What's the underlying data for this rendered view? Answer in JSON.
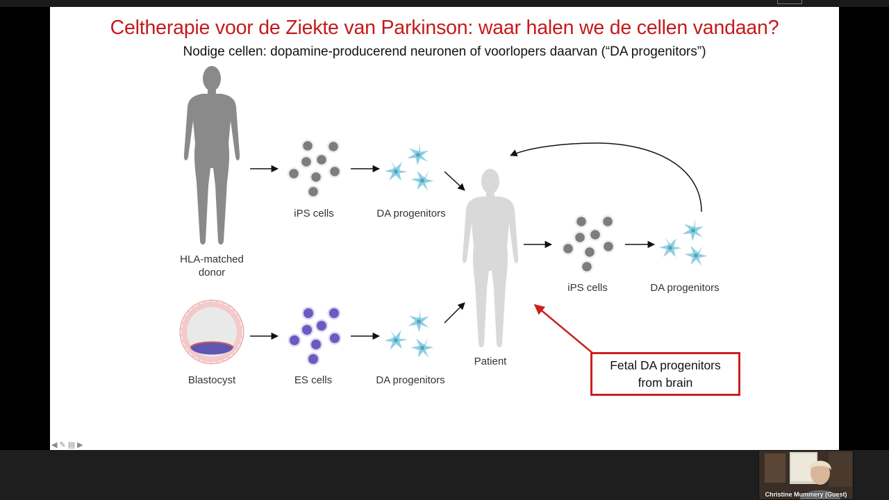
{
  "slide": {
    "title": "Celtherapie voor de Ziekte van Parkinson: waar halen we de cellen vandaan?",
    "subtitle": "Nodige cellen: dopamine-producerend neuronen of voorlopers daarvan (“DA progenitors”)"
  },
  "diagram": {
    "donor_label_line1": "HLA-matched",
    "donor_label_line2": "donor",
    "ips_top_label": "iPS cells",
    "da_top_label": "DA progenitors",
    "blastocyst_label": "Blastocyst",
    "es_label": "ES cells",
    "da_bottom_label": "DA progenitors",
    "patient_label": "Patient",
    "ips_right_label": "iPS cells",
    "da_right_label": "DA progenitors",
    "fetal_line1": "Fetal DA progenitors",
    "fetal_line2": "from brain"
  },
  "colors": {
    "title": "#c41a1a",
    "highlight_box": "#cc1f1f",
    "silhouette_donor": "#8a8a8a",
    "silhouette_patient": "#d9d9d9",
    "ips_cell": "#7d7d7d",
    "es_cell": "#6b5bc0",
    "progenitor": "#8ecfe0"
  },
  "video": {
    "participant_name": "Christine Mummery (Guest)"
  },
  "slide_controls": [
    "arrow-left-icon",
    "pen-icon",
    "menu-icon",
    "arrow-right-icon"
  ]
}
